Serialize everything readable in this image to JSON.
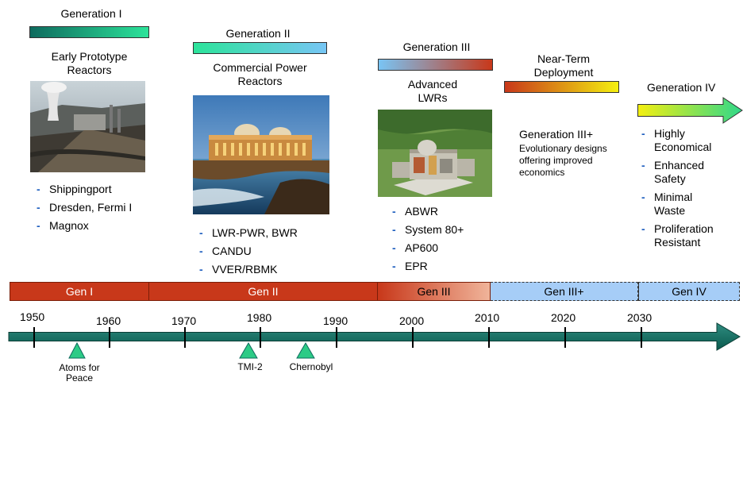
{
  "gen1": {
    "title": "Generation I",
    "subtitle_line1": "Early Prototype",
    "subtitle_line2": "Reactors",
    "items": [
      "Shippingport",
      "Dresden, Fermi I",
      "Magnox"
    ]
  },
  "gen2": {
    "title": "Generation II",
    "subtitle_line1": "Commercial Power",
    "subtitle_line2": "Reactors",
    "items": [
      "LWR-PWR, BWR",
      "CANDU",
      "VVER/RBMK"
    ]
  },
  "gen3": {
    "title": "Generation III",
    "subtitle_line1": "Advanced",
    "subtitle_line2": "LWRs",
    "items": [
      "ABWR",
      "System 80+",
      "AP600",
      "EPR"
    ]
  },
  "near_term": {
    "title_line1": "Near-Term",
    "title_line2": "Deployment"
  },
  "gen3plus": {
    "title": "Generation III+",
    "desc_line1": "Evolutionary designs",
    "desc_line2": "offering improved",
    "desc_line3": "economics"
  },
  "gen4": {
    "title": "Generation IV",
    "items": [
      [
        "Highly",
        "Economical"
      ],
      [
        "Enhanced",
        "Safety"
      ],
      [
        "Minimal",
        "Waste"
      ],
      [
        "Proliferation",
        "Resistant"
      ]
    ]
  },
  "bands": [
    "Gen I",
    "Gen II",
    "Gen III",
    "Gen III+",
    "Gen IV"
  ],
  "years": [
    "1950",
    "1960",
    "1970",
    "1980",
    "1990",
    "2000",
    "2010",
    "2020",
    "2030"
  ],
  "events": [
    {
      "line1": "Atoms for",
      "line2": "Peace"
    },
    {
      "line1": "TMI-2",
      "line2": ""
    },
    {
      "line1": "Chernobyl",
      "line2": ""
    }
  ],
  "colors": {
    "teal_dark": "#0e6b5e",
    "teal_light": "#2ce39a",
    "band_red": "#c8381a",
    "band_blue": "#a6cdf7",
    "bullet_dash": "#1f5fbf"
  }
}
